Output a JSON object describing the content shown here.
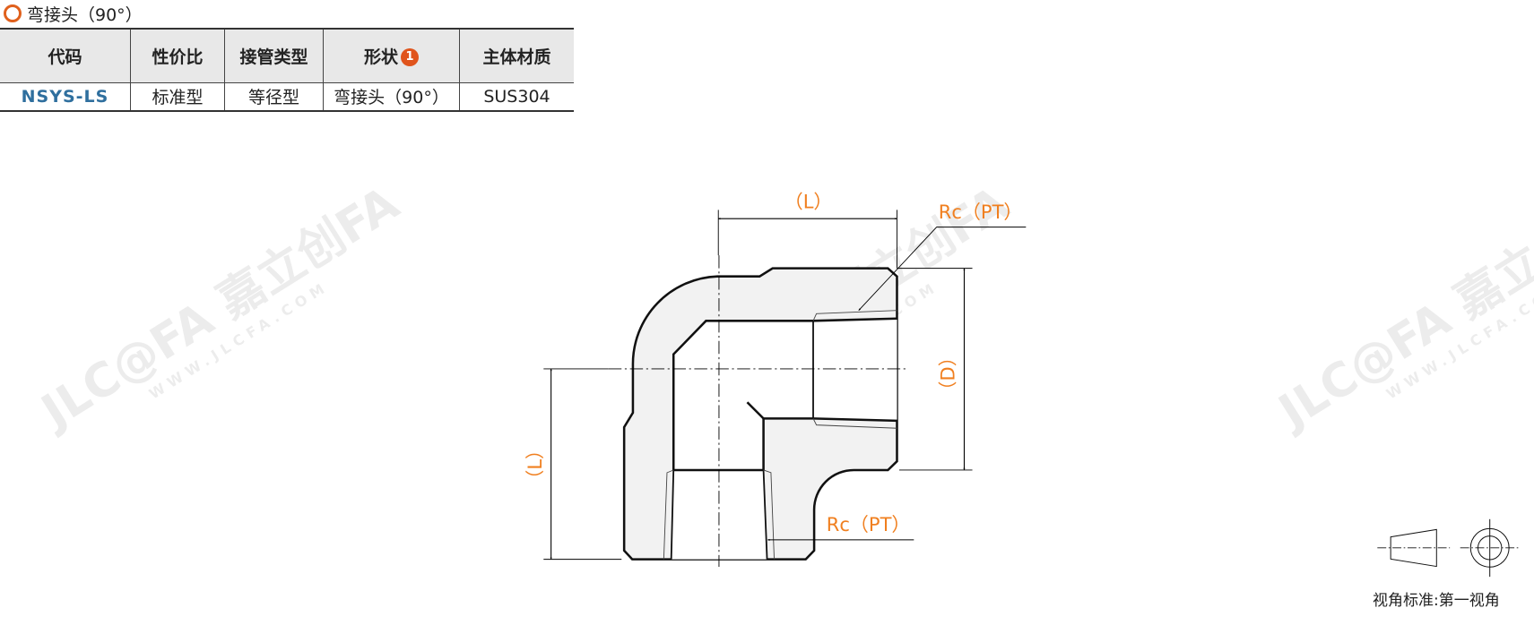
{
  "section_title": "弯接头（90°）",
  "table": {
    "headers": [
      "代码",
      "性价比",
      "接管类型",
      "形状",
      "主体材质"
    ],
    "shape_badge": "1",
    "row": [
      "NSYS-LS",
      "标准型",
      "等径型",
      "弯接头（90°）",
      "SUS304"
    ]
  },
  "drawing": {
    "dim_top": "（L）",
    "dim_left": "（L）",
    "dim_right": "（D）",
    "thread_top": "Rc（PT）",
    "thread_bottom": "Rc（PT）"
  },
  "watermark": {
    "brand": "JLC@FA 嘉立创FA",
    "url": "WWW.JLCFA.COM"
  },
  "projection_label": "视角标准:第一视角",
  "colors": {
    "accent": "#e0601c",
    "dimension": "#f07f1f",
    "code": "#2f6f9e",
    "body_fill": "#f2f2f2"
  }
}
